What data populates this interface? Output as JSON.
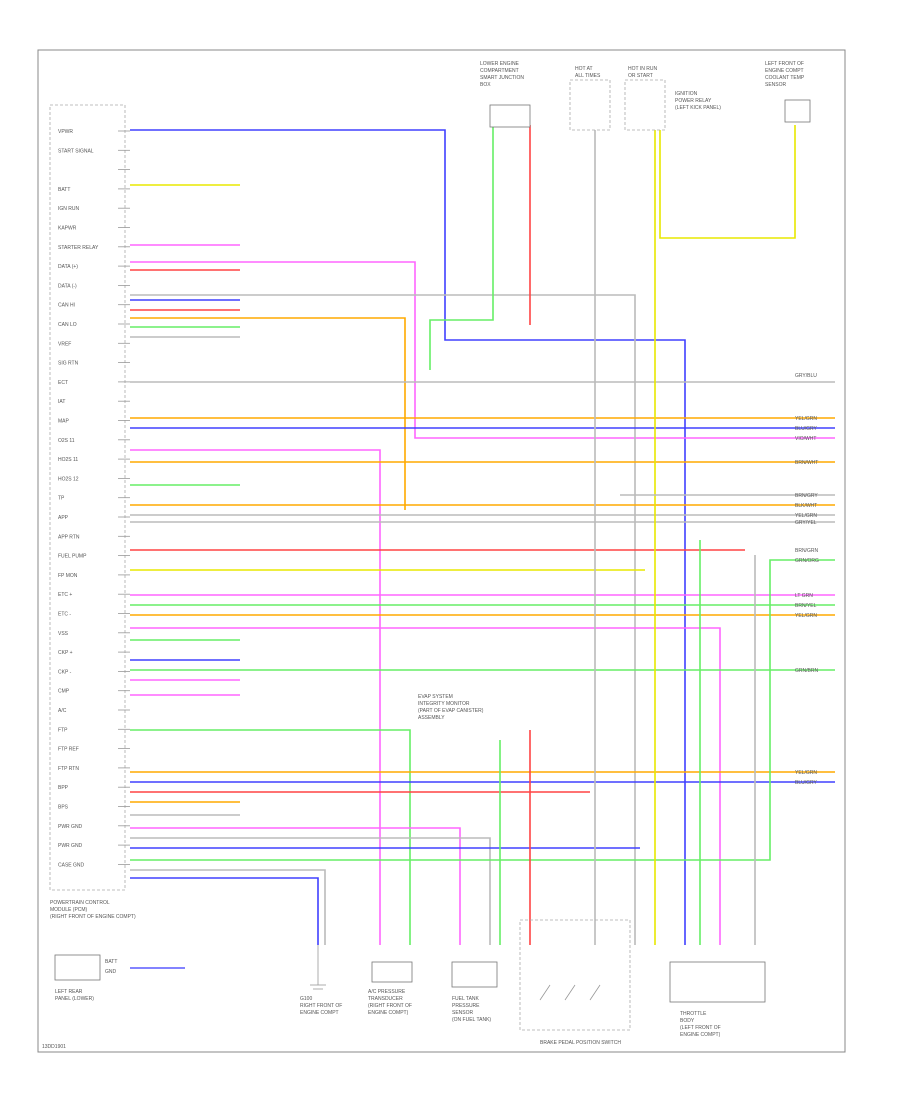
{
  "diagram": {
    "footer_code": "13DD1901",
    "components": {
      "pcm": [
        "POWERTRAIN CONTROL",
        "MODULE (PCM)",
        "(RIGHT FRONT OF ENGINE COMPT)"
      ],
      "ignition_relay": [
        "IGNITION",
        "POWER RELAY",
        "(LEFT KICK PANEL)"
      ],
      "top_left_connector": [
        "LOWER ENGINE",
        "COMPARTMENT",
        "SMART JUNCTION",
        "BOX"
      ],
      "hot_at_all_times": [
        "HOT AT",
        "ALL TIMES"
      ],
      "hot_in_run": [
        "HOT IN RUN",
        "OR START"
      ],
      "top_right_sensor": [
        "LEFT FRONT OF",
        "ENGINE COMPT",
        "COOLANT TEMP",
        "SENSOR"
      ],
      "ground": [
        "G100",
        "RIGHT FRONT OF",
        "ENGINE COMPT"
      ],
      "sensor_a": [
        "A/C PRESSURE",
        "TRANSDUCER",
        "(RIGHT FRONT OF",
        "ENGINE COMPT)"
      ],
      "sensor_b": [
        "FUEL TANK",
        "PRESSURE",
        "SENSOR",
        "(ON FUEL TANK)"
      ],
      "switch_assembly": "BRAKE PEDAL POSITION SWITCH",
      "bottom_right_module": [
        "THROTTLE",
        "BODY",
        "(LEFT FRONT OF",
        "ENGINE COMPT)"
      ],
      "crossing_note": [
        "EVAP SYSTEM",
        "INTEGRITY MONITOR",
        "(PART OF EVAP CANISTER)",
        "ASSEMBLY"
      ]
    },
    "pcm_pin_labels": [
      "VPWR",
      "START SIGNAL",
      "",
      "BATT",
      "IGN RUN",
      "KAPWR",
      "STARTER RELAY",
      "DATA (+)",
      "DATA (-)",
      "CAN HI",
      "CAN LO",
      "VREF",
      "SIG RTN",
      "ECT",
      "IAT",
      "MAP",
      "O2S 11",
      "HO2S 11",
      "HO2S 12",
      "TP",
      "APP",
      "APP RTN",
      "FUEL PUMP",
      "FP MON",
      "ETC +",
      "ETC -",
      "VSS",
      "CKP +",
      "CKP -",
      "CMP",
      "A/C",
      "FTP",
      "FTP REF",
      "FTP RTN",
      "BPP",
      "BPS",
      "PWR GND",
      "PWR GND",
      "CASE GND"
    ],
    "right_edge_labels": [
      "GRY/BLU",
      "YEL/GRN",
      "BLU/GRY",
      "VIO/WHT",
      "BRN/WHT",
      "BRN/GRY",
      "BLK/WHT",
      "YEL/GRN",
      "GRY/YEL",
      "BRN/GRN",
      "GRN/ORG",
      "LT GRN",
      "BRN/YEL",
      "YEL/GRN",
      "GRN/BRN",
      "YEL/GRN",
      "BLU/GRY"
    ],
    "small_note": [
      "LEFT REAR",
      "PANEL (LOWER)"
    ],
    "small_box_labels": [
      "BATT",
      "GND"
    ]
  }
}
